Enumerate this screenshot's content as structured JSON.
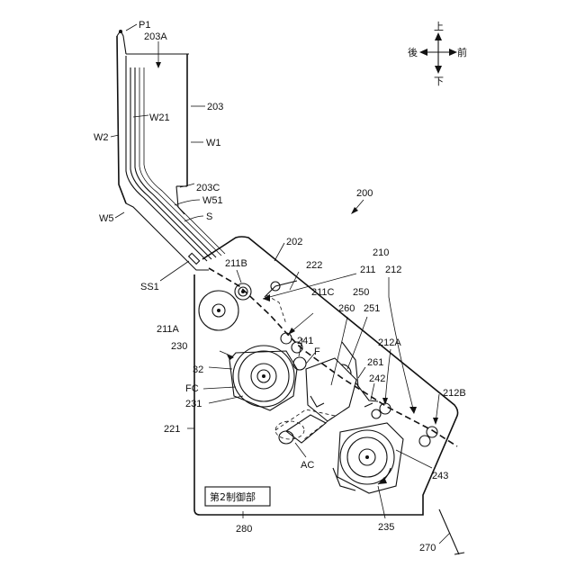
{
  "labels": {
    "p1": "P1",
    "203a": "203A",
    "203": "203",
    "w21": "W21",
    "w2": "W2",
    "w1": "W1",
    "203c": "203C",
    "w51": "W51",
    "s": "S",
    "w5": "W5",
    "ss1": "SS1",
    "200": "200",
    "202": "202",
    "210": "210",
    "211": "211",
    "212": "212",
    "211b": "211B",
    "222": "222",
    "211c": "211C",
    "250": "250",
    "260": "260",
    "251": "251",
    "211a": "211A",
    "241": "241",
    "f": "F",
    "230": "230",
    "212a": "212A",
    "261": "261",
    "32": "32",
    "242": "242",
    "212b": "212B",
    "fc": "FC",
    "231": "231",
    "221": "221",
    "ac": "AC",
    "243": "243",
    "ctrl_box": "第2制御部",
    "280": "280",
    "235": "235",
    "270": "270"
  },
  "compass": {
    "up": "上",
    "down": "下",
    "back": "後",
    "front": "前"
  }
}
